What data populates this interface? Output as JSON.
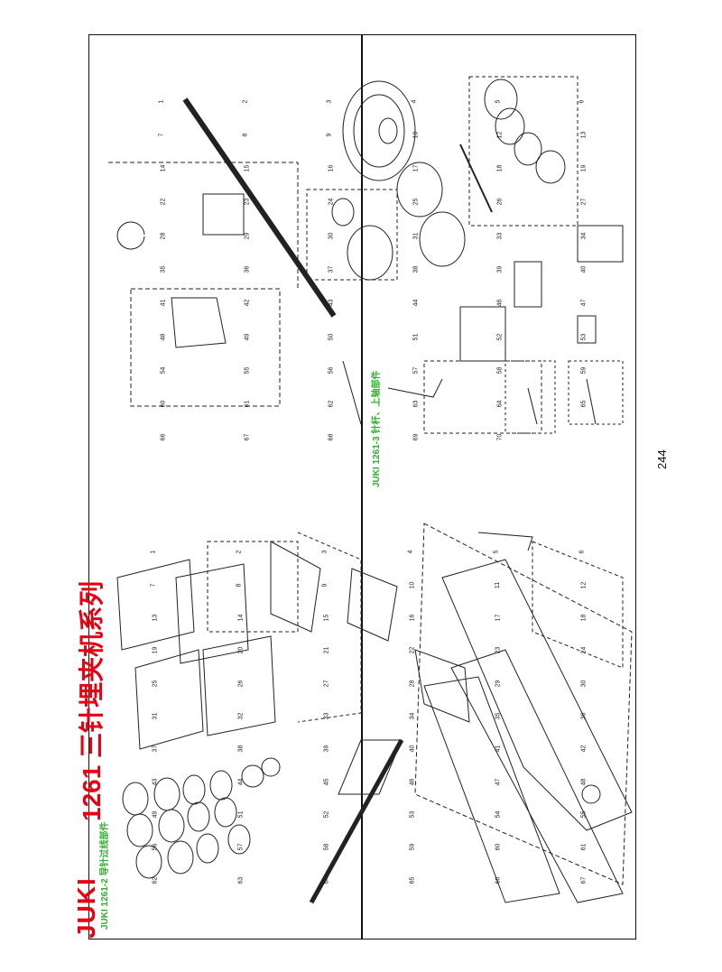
{
  "brand": "JUKI",
  "title": "1261 三针埋夹机系列",
  "page_number": "244",
  "left_panel": {
    "subtitle": "JUKI 1261-2  导针过线部件",
    "labels": [
      "1",
      "2",
      "3",
      "4",
      "5",
      "6",
      "7",
      "8",
      "9",
      "10",
      "11",
      "12",
      "13",
      "14",
      "15",
      "16",
      "17",
      "18",
      "19",
      "20",
      "21",
      "22",
      "23",
      "24",
      "25",
      "26",
      "27",
      "28",
      "29",
      "30",
      "31",
      "32",
      "33",
      "34",
      "35",
      "36",
      "37",
      "38",
      "39",
      "40",
      "41",
      "42",
      "43",
      "44",
      "45",
      "46",
      "47",
      "48",
      "49",
      "51",
      "52",
      "53",
      "54",
      "55",
      "56",
      "57",
      "58",
      "59",
      "60",
      "61",
      "62",
      "63",
      "64",
      "65",
      "66",
      "67"
    ]
  },
  "right_panel": {
    "subtitle": "JUKI 1261-3  针杆、上轴部件",
    "labels": [
      "1",
      "2",
      "3",
      "4",
      "5",
      "6",
      "7",
      "8",
      "9",
      "10",
      "12",
      "13",
      "14",
      "15",
      "16",
      "17",
      "18",
      "19",
      "22",
      "23",
      "24",
      "25",
      "26",
      "27",
      "28",
      "29",
      "30",
      "31",
      "33",
      "34",
      "35",
      "36",
      "37",
      "38",
      "39",
      "40",
      "41",
      "42",
      "43",
      "44",
      "46",
      "47",
      "48",
      "49",
      "50",
      "51",
      "52",
      "53",
      "54",
      "55",
      "56",
      "57",
      "58",
      "59",
      "60",
      "61",
      "62",
      "63",
      "64",
      "65",
      "66",
      "67",
      "68",
      "69",
      "70"
    ]
  }
}
